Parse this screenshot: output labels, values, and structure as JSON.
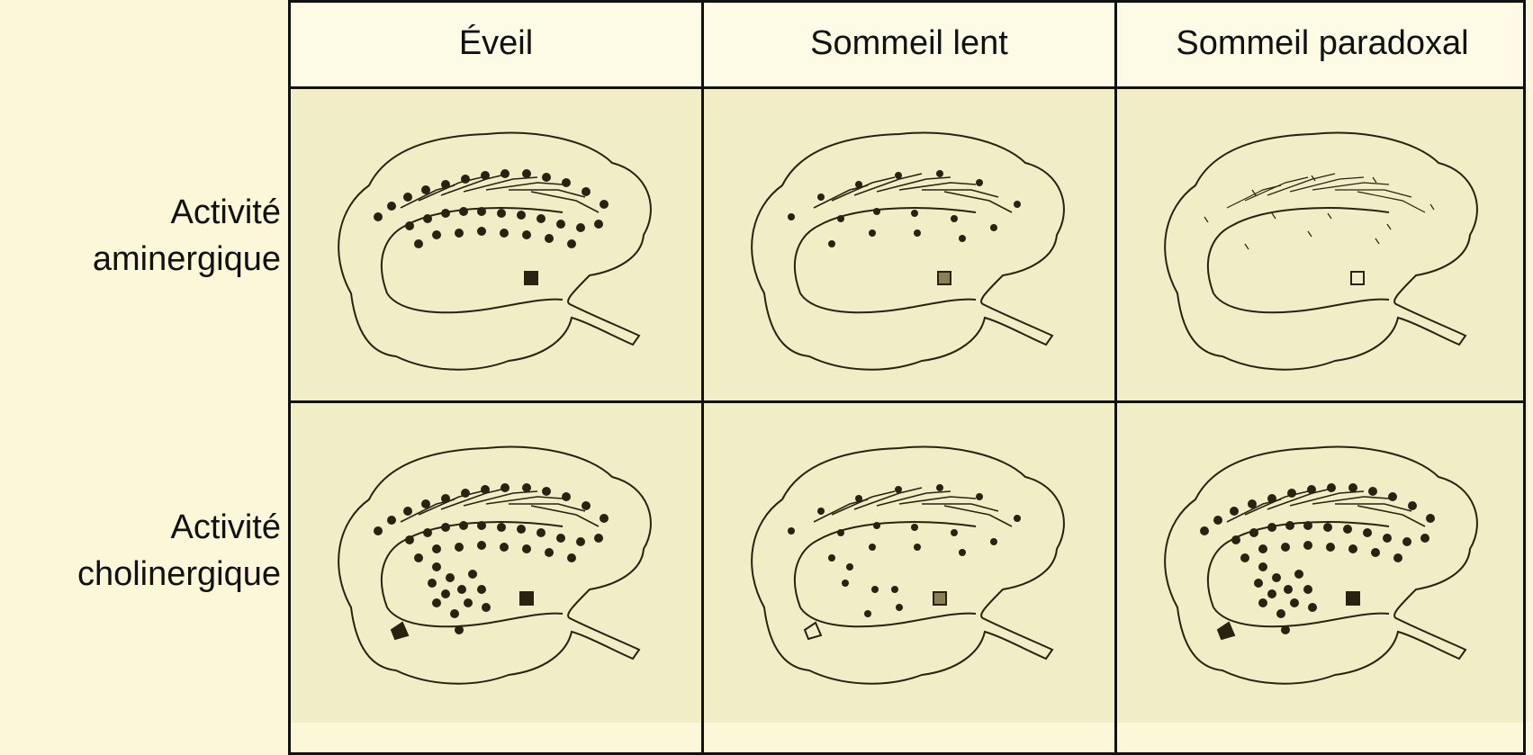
{
  "columns": [
    "Éveil",
    "Sommeil lent",
    "Sommeil paradoxal"
  ],
  "rows": [
    {
      "label_line1": "Activité",
      "label_line2": "aminergique"
    },
    {
      "label_line1": "Activité",
      "label_line2": "cholinergique"
    }
  ],
  "cells": [
    {
      "row": "aminergique",
      "state": "Éveil",
      "density": "high",
      "nucleus": "filled",
      "stroke_color": "#2a2210"
    },
    {
      "row": "aminergique",
      "state": "Sommeil lent",
      "density": "medium",
      "nucleus": "hatched",
      "stroke_color": "#2a2210"
    },
    {
      "row": "aminergique",
      "state": "Sommeil paradoxal",
      "density": "none",
      "nucleus": "empty",
      "stroke_color": "#2a2210"
    },
    {
      "row": "cholinergique",
      "state": "Éveil",
      "density": "high",
      "nucleus": "filled",
      "stroke_color": "#2a2210"
    },
    {
      "row": "cholinergique",
      "state": "Sommeil lent",
      "density": "medium",
      "nucleus": "hatched",
      "stroke_color": "#2a2210"
    },
    {
      "row": "cholinergique",
      "state": "Sommeil paradoxal",
      "density": "high",
      "nucleus": "filled",
      "stroke_color": "#2a2210"
    }
  ]
}
